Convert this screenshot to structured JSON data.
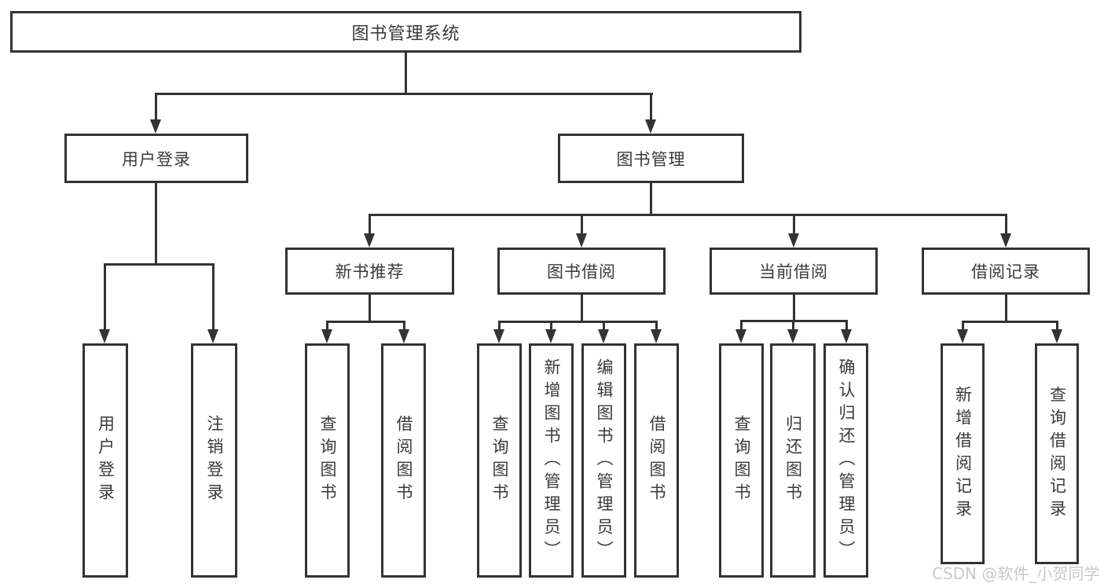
{
  "diagram": {
    "title": "图书管理系统",
    "tree": {
      "label": "图书管理系统",
      "children": [
        {
          "label": "用户登录",
          "children": [
            {
              "label": "用户登录"
            },
            {
              "label": "注销登录"
            }
          ]
        },
        {
          "label": "图书管理",
          "children": [
            {
              "label": "新书推荐",
              "children": [
                {
                  "label": "查询图书"
                },
                {
                  "label": "借阅图书"
                }
              ]
            },
            {
              "label": "图书借阅",
              "children": [
                {
                  "label": "查询图书"
                },
                {
                  "label": "新增图书（管理员）"
                },
                {
                  "label": "编辑图书（管理员）"
                },
                {
                  "label": "借阅图书"
                }
              ]
            },
            {
              "label": "当前借阅",
              "children": [
                {
                  "label": "查询图书"
                },
                {
                  "label": "归还图书"
                },
                {
                  "label": "确认归还（管理员）"
                }
              ]
            },
            {
              "label": "借阅记录",
              "children": [
                {
                  "label": "新增借阅记录"
                },
                {
                  "label": "查询借阅记录"
                }
              ]
            }
          ]
        }
      ]
    },
    "colors": {
      "line": "#333333",
      "box_border": "#333333",
      "text": "#3a3a3a",
      "background": "#ffffff"
    }
  },
  "watermark": {
    "text": "CSDN @软件_小贺同学",
    "color": "#c9c9c9"
  }
}
